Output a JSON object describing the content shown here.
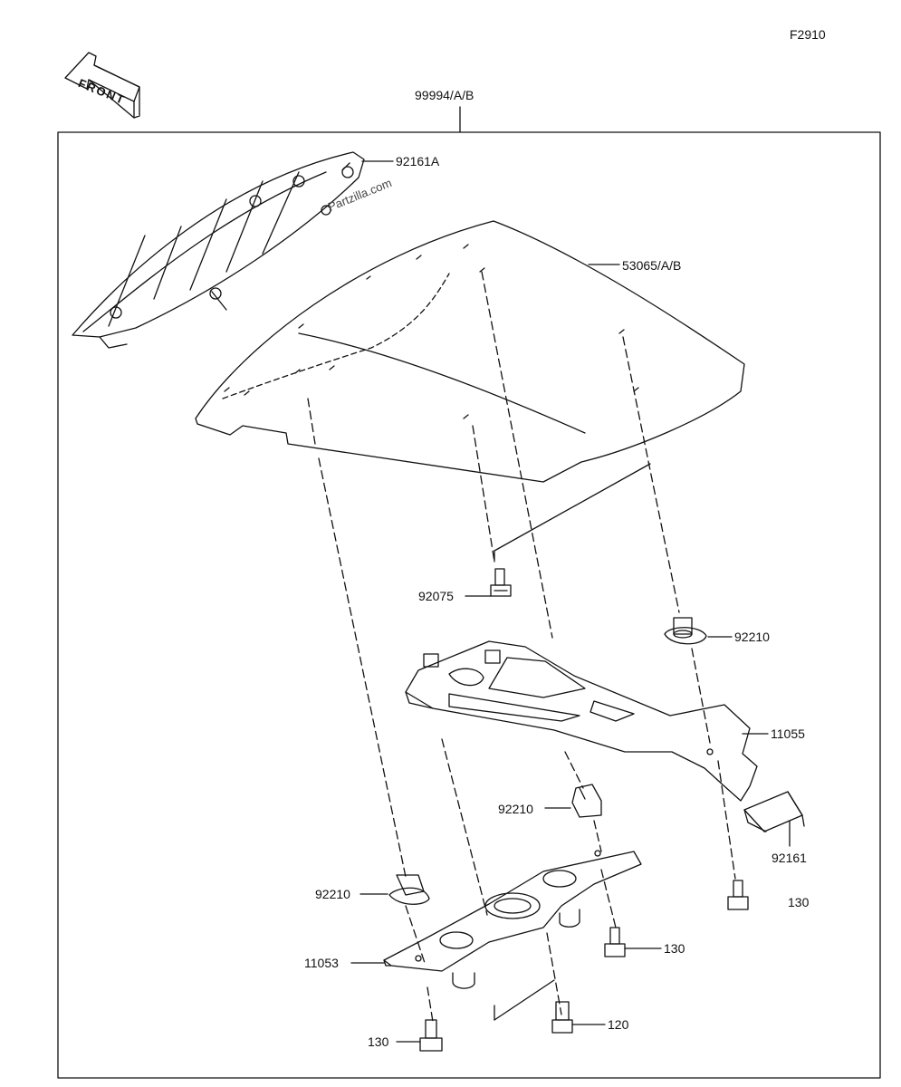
{
  "figure_code": "F2910",
  "front_label": "FRONT",
  "watermark": "Partzilla.com",
  "labels": {
    "kit": "99994/A/B",
    "cowl_base": "92161A",
    "cowl": "53065/A/B",
    "bolt_a": "92075",
    "nut_upper": "92210",
    "bracket_upper": "11055",
    "nut_middle": "92210",
    "damper": "92161",
    "bolt_right": "130",
    "nut_lower": "92210",
    "bolt_mid": "130",
    "bracket_lower": "11053",
    "bolt_b": "120",
    "bolt_bottom": "130"
  },
  "fine_print": [
    "",
    ""
  ]
}
